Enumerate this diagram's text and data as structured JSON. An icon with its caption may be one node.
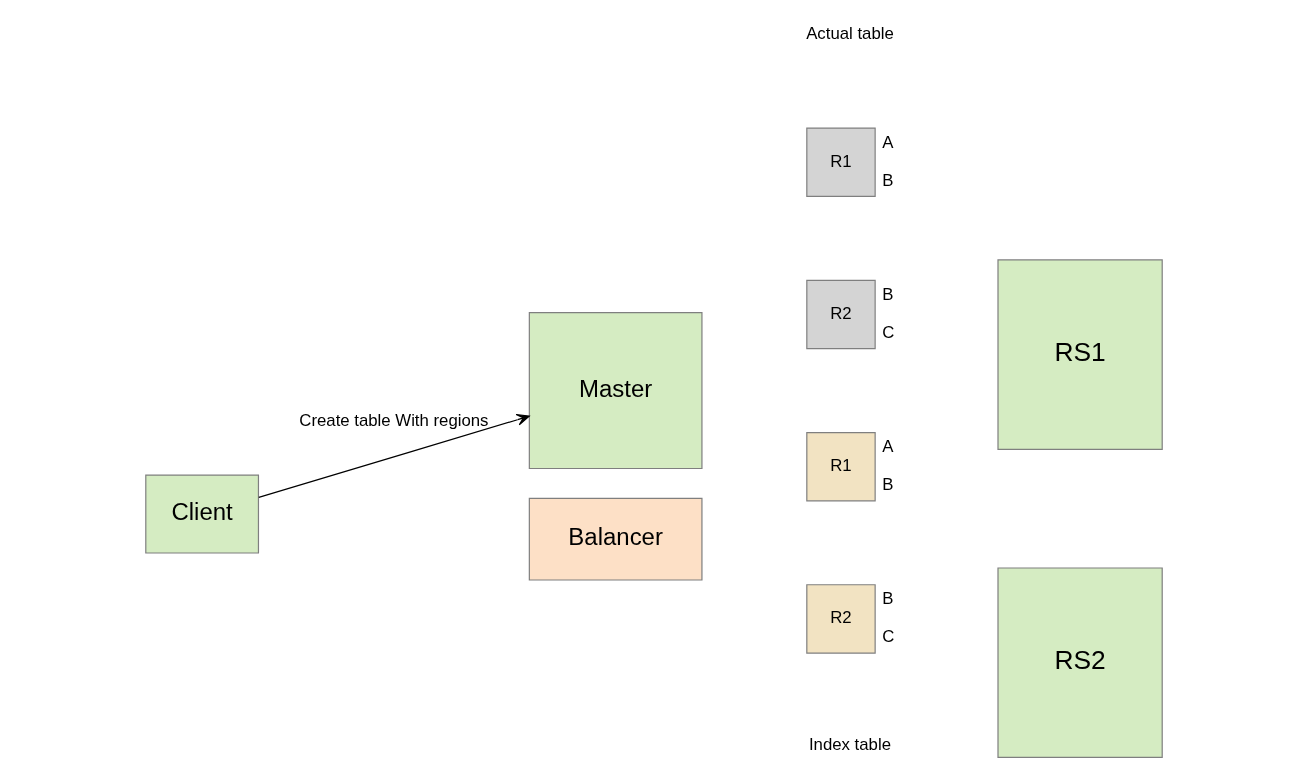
{
  "diagram": {
    "nodes": [
      {
        "text": [
          "Client"
        ]
      },
      {
        "text": [
          "Master"
        ]
      },
      {
        "text": [
          "Balancer"
        ]
      },
      {
        "text": [
          "R1"
        ],
        "beside": [
          "A",
          "B"
        ]
      },
      {
        "text": [
          "R2"
        ],
        "beside": [
          "B",
          "C"
        ]
      },
      {
        "text": [
          "R1"
        ],
        "beside": [
          "A",
          "B"
        ]
      },
      {
        "text": [
          "R2"
        ],
        "beside": [
          "B",
          "C"
        ]
      },
      {
        "text": [
          "RS1"
        ]
      },
      {
        "text": [
          "RS2"
        ]
      }
    ],
    "edges": [
      {
        "from": 0,
        "to": 1,
        "arrow": "to",
        "label": "Create table With regions"
      }
    ],
    "labels": [
      "Actual table",
      "Index table"
    ]
  }
}
